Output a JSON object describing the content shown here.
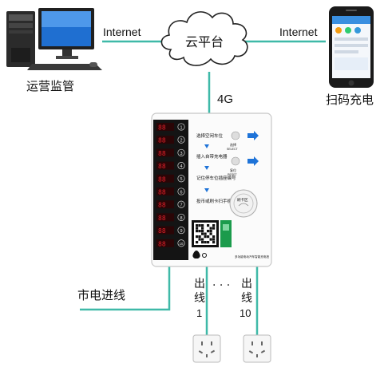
{
  "nodes": {
    "cloud": "云平台",
    "monitor": "运营监管",
    "phone_label": "扫码充电",
    "mains": "市电进线"
  },
  "links": {
    "left_internet": "Internet",
    "right_internet": "Internet",
    "uplink_4g": "4G"
  },
  "outlets": {
    "first_char1": "出",
    "first_char2": "线",
    "first_num": "1",
    "last_char1": "出",
    "last_char2": "线",
    "last_num": "10",
    "dots": "· · ·"
  },
  "device": {
    "step1": "选择空闲车位",
    "step2": "插入自带充电器",
    "step3": "记住停车位插座编号",
    "step4": "投币或刷卡扫手机扫码",
    "select_label": "选择",
    "select_sub": "SELECT",
    "reset_label": "复位",
    "reset_sub": "RESET",
    "card_label": "刷卡区",
    "footer_text": "多功能电动汽车智能充电桩",
    "display_digits": "88",
    "slots": [
      "1",
      "2",
      "3",
      "4",
      "5",
      "6",
      "7",
      "8",
      "9",
      "10"
    ]
  },
  "phone": {
    "app_title": "扫码充电"
  },
  "colors": {
    "link_line": "#3fb9a8",
    "arrow_blue": "#1e73d8",
    "display_red": "#e0202a"
  }
}
